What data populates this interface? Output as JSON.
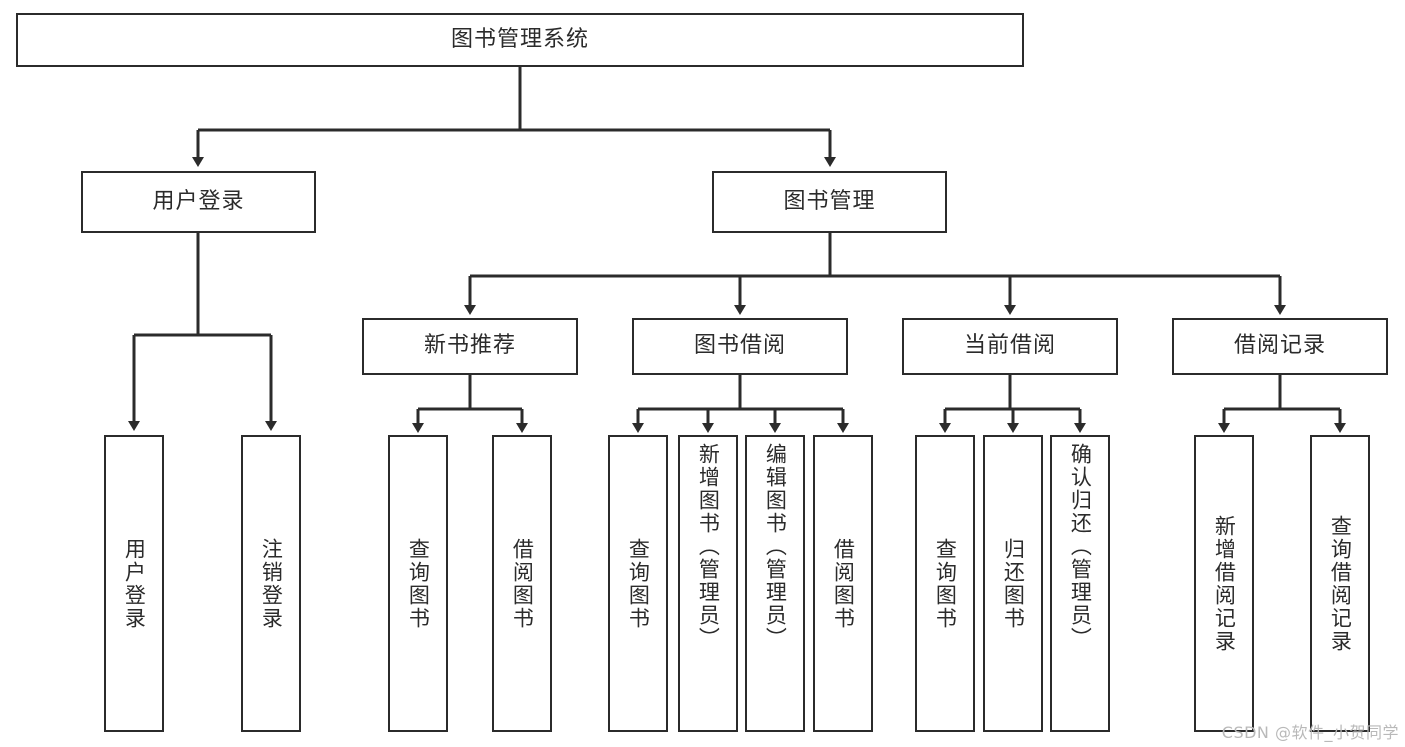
{
  "diagram": {
    "type": "tree-hierarchy-flowchart",
    "title": "图书管理系统",
    "colors": {
      "stroke": "#2b2b2b",
      "fill": "#ffffff",
      "background": "#ffffff",
      "watermark": "#b9b9b9"
    },
    "root": {
      "label": "图书管理系统"
    },
    "level2": [
      {
        "label": "用户登录"
      },
      {
        "label": "图书管理"
      }
    ],
    "level3": [
      {
        "label": "新书推荐"
      },
      {
        "label": "图书借阅"
      },
      {
        "label": "当前借阅"
      },
      {
        "label": "借阅记录"
      }
    ],
    "leaves": {
      "user_login": [
        {
          "label": "用户登录"
        },
        {
          "label": "注销登录"
        }
      ],
      "new_book_recommend": [
        {
          "label": "查询图书"
        },
        {
          "label": "借阅图书"
        }
      ],
      "book_borrow": [
        {
          "label": "查询图书"
        },
        {
          "label": "新增图书（管理员）"
        },
        {
          "label": "编辑图书（管理员）"
        },
        {
          "label": "借阅图书"
        }
      ],
      "current_borrow": [
        {
          "label": "查询图书"
        },
        {
          "label": "归还图书"
        },
        {
          "label": "确认归还（管理员）"
        }
      ],
      "borrow_record": [
        {
          "label": "新增借阅记录"
        },
        {
          "label": "查询借阅记录"
        }
      ]
    }
  },
  "watermark": {
    "text": "CSDN @软件_小贺同学"
  }
}
